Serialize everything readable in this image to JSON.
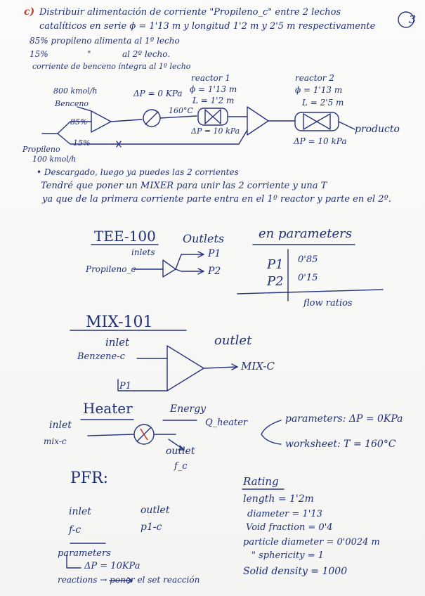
{
  "page_number": "3",
  "header": {
    "part_letter": "c)",
    "line1": "Distribuir alimentación de corriente \"Propileno_c\" entre 2 lechos",
    "line2": "catalíticos en serie  ϕ = 1'13 m  y longitud  1'2 m y 2'5 m respectivamente",
    "bullet1": "85% propileno alimenta al 1º lecho",
    "bullet2a": "15%",
    "bullet2b": "\"",
    "bullet2c": "al 2º lecho.",
    "note": "corriente de benceno íntegra al 1º lecho"
  },
  "flowsheet": {
    "benzene_flow": "800 kmol/h",
    "benzene": "Benceno",
    "propylene": "Propileno",
    "propylene_flow": "100 kmol/h",
    "split1": "85%",
    "split2": "15%",
    "heater_dp": "ΔP = 0 KPa",
    "temp": "160°C",
    "reactor1_title": "reactor 1",
    "reactor1_d": "ϕ = 1'13 m",
    "reactor1_l": "L = 1'2 m",
    "reactor1_dp": "ΔP = 10 kPa",
    "reactor2_title": "reactor 2",
    "reactor2_d": "ϕ = 1'13 m",
    "reactor2_l": "L = 2'5 m",
    "reactor2_dp": "ΔP = 10 kPa",
    "product": "producto"
  },
  "explanation": {
    "line1": "• Descargado, luego ya puedes las 2 corrientes",
    "line2": "Tendré que poner un MIXER para unir las 2 corriente y una T",
    "line3": "ya que de la primera corriente parte entra en el 1º reactor y parte en el 2º."
  },
  "tee": {
    "title": "TEE-100",
    "outlets": "Outlets",
    "inlets": "inlets",
    "inlet_stream": "Propileno_c",
    "p1": "P1",
    "p2": "P2",
    "parameters_title": "en parameters",
    "p1_label": "P1",
    "p1_value": "0'85",
    "p2_label": "P2",
    "p2_value": "0'15",
    "flow_ratios": "flow ratios"
  },
  "mixer": {
    "title": "MIX-101",
    "inlet": "inlet",
    "stream_a": "Benzene-c",
    "stream_b": "P1",
    "outlet": "outlet",
    "outlet_stream": "MIX-C"
  },
  "heater": {
    "title": "Heater",
    "inlet": "inlet",
    "inlet_stream": "mix-c",
    "energy": "Energy",
    "energy_stream": "Q_heater",
    "outlet": "outlet",
    "outlet_stream": "f_c",
    "parameters": "parameters: ΔP = 0KPa",
    "worksheet": "worksheet: T = 160°C"
  },
  "pfr": {
    "title": "PFR:",
    "inlet": "inlet",
    "inlet_stream": "f-c",
    "outlet": "outlet",
    "outlet_stream": "p1-c",
    "parameters": "parameters",
    "dp": "ΔP = 10KPa",
    "reactions": "reactions → poner el set reacción",
    "rating_title": "Rating",
    "length": "length = 1'2m",
    "diameter": "diameter = 1'13",
    "void": "Void fraction = 0'4",
    "particle": "particle diameter = 0'0024 m",
    "sphericity": "\" sphericity = 1",
    "solid_density": "Solid density = 1000"
  }
}
